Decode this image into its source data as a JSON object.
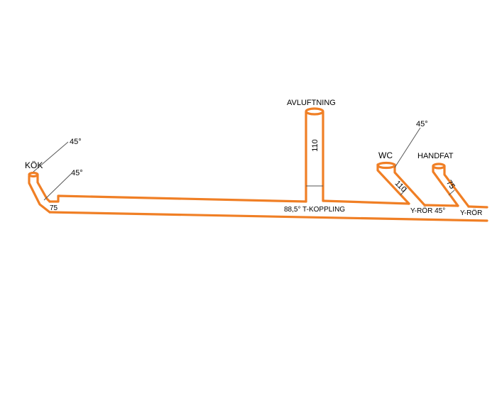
{
  "labels": {
    "kok": "KÖK",
    "avluftning": "AVLUFTNING",
    "wc": "WC",
    "handfat": "HANDFAT",
    "angle_kok_top": "45°",
    "angle_kok_bottom": "45°",
    "angle_wc": "45°",
    "dim_kok": "75",
    "dim_vent": "110",
    "dim_wc": "110",
    "dim_handfat": "75",
    "t_koppling": "88,5° T-KOPPLING",
    "y_ror_45": "Y-RÖR 45°",
    "y_ror": "Y-RÖR"
  },
  "colors": {
    "pipe": "#f07f25",
    "leader": "#555555"
  }
}
